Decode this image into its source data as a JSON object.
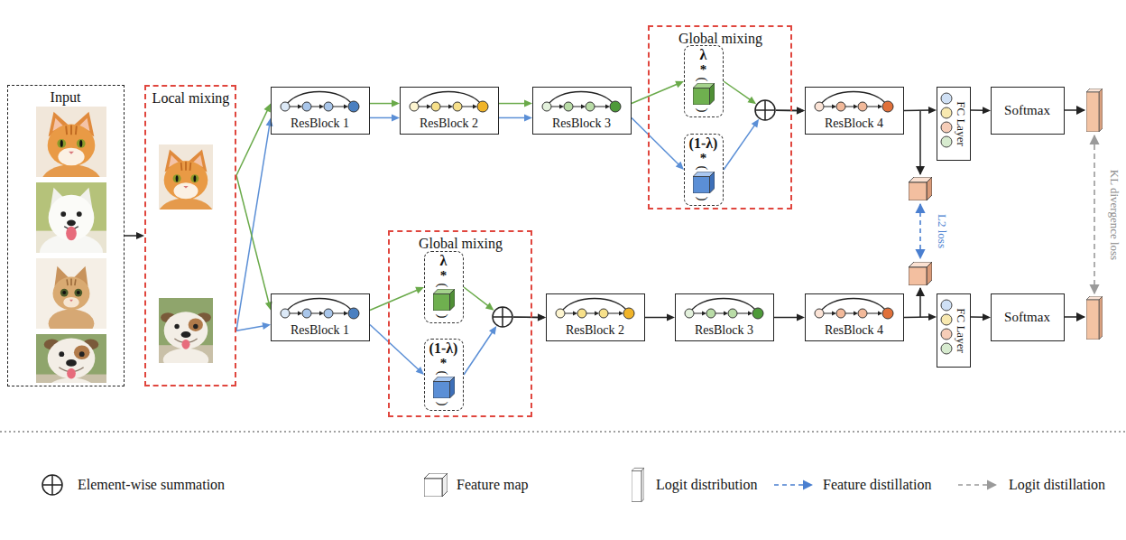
{
  "diagram": {
    "nodes": [
      {
        "text": [
          "Input"
        ]
      },
      {
        "text": [
          "Local mixing"
        ]
      },
      {
        "text": [
          "ResBlock 1"
        ]
      },
      {
        "text": [
          "ResBlock 2"
        ]
      },
      {
        "text": [
          "ResBlock 3"
        ]
      },
      {
        "text": [
          "Global mixing"
        ]
      },
      {
        "text": [
          "λ",
          "*",
          "(",
          ")"
        ],
        "in": 5
      },
      {
        "text": [
          "(1-λ)",
          "*",
          "(",
          ")"
        ],
        "in": 5
      },
      {
        "text": [
          "ResBlock 4"
        ]
      },
      {
        "text": [
          "FC Layer"
        ]
      },
      {
        "text": [
          "Softmax"
        ]
      },
      {
        "text": [
          "ResBlock 1"
        ]
      },
      {
        "text": [
          "Global mixing"
        ]
      },
      {
        "text": [
          "λ",
          "*",
          "(",
          ")"
        ],
        "in": 12
      },
      {
        "text": [
          "(1-λ)",
          "*",
          "(",
          ")"
        ],
        "in": 12
      },
      {
        "text": [
          "ResBlock 2"
        ]
      },
      {
        "text": [
          "ResBlock 3"
        ]
      },
      {
        "text": [
          "ResBlock 4"
        ]
      },
      {
        "text": [
          "FC Layer"
        ]
      },
      {
        "text": [
          "Softmax"
        ]
      }
    ],
    "edges": [
      {
        "from": 0,
        "to": 1,
        "arrow": "to"
      },
      {
        "from": 1,
        "to": 2,
        "arrow": "to"
      },
      {
        "from": 1,
        "to": 2,
        "arrow": "to"
      },
      {
        "from": 1,
        "to": 11,
        "arrow": "to"
      },
      {
        "from": 1,
        "to": 11,
        "arrow": "to"
      },
      {
        "from": 2,
        "to": 3,
        "arrow": "to"
      },
      {
        "from": 2,
        "to": 3,
        "arrow": "to"
      },
      {
        "from": 3,
        "to": 4,
        "arrow": "to"
      },
      {
        "from": 3,
        "to": 4,
        "arrow": "to"
      },
      {
        "from": 4,
        "to": 6,
        "arrow": "to"
      },
      {
        "from": 4,
        "to": 7,
        "arrow": "to"
      },
      {
        "from": 6,
        "to": 8,
        "arrow": "to"
      },
      {
        "from": 7,
        "to": 8,
        "arrow": "to"
      },
      {
        "from": 8,
        "to": 9,
        "arrow": "to"
      },
      {
        "from": 9,
        "to": 10,
        "arrow": "to"
      },
      {
        "from": 11,
        "to": 13,
        "arrow": "to"
      },
      {
        "from": 11,
        "to": 14,
        "arrow": "to"
      },
      {
        "from": 13,
        "to": 15,
        "arrow": "to"
      },
      {
        "from": 14,
        "to": 15,
        "arrow": "to"
      },
      {
        "from": 15,
        "to": 16,
        "arrow": "to"
      },
      {
        "from": 16,
        "to": 17,
        "arrow": "to"
      },
      {
        "from": 17,
        "to": 18,
        "arrow": "to"
      },
      {
        "from": 18,
        "to": 19,
        "arrow": "to"
      }
    ],
    "labels": [
      "L2 loss",
      "KL divergence loss"
    ],
    "legend": [
      {
        "text": "Element-wise summation"
      },
      {
        "text": "Feature map"
      },
      {
        "text": "Logit distribution"
      },
      {
        "text": "Feature distillation"
      },
      {
        "text": "Logit distillation"
      }
    ]
  }
}
